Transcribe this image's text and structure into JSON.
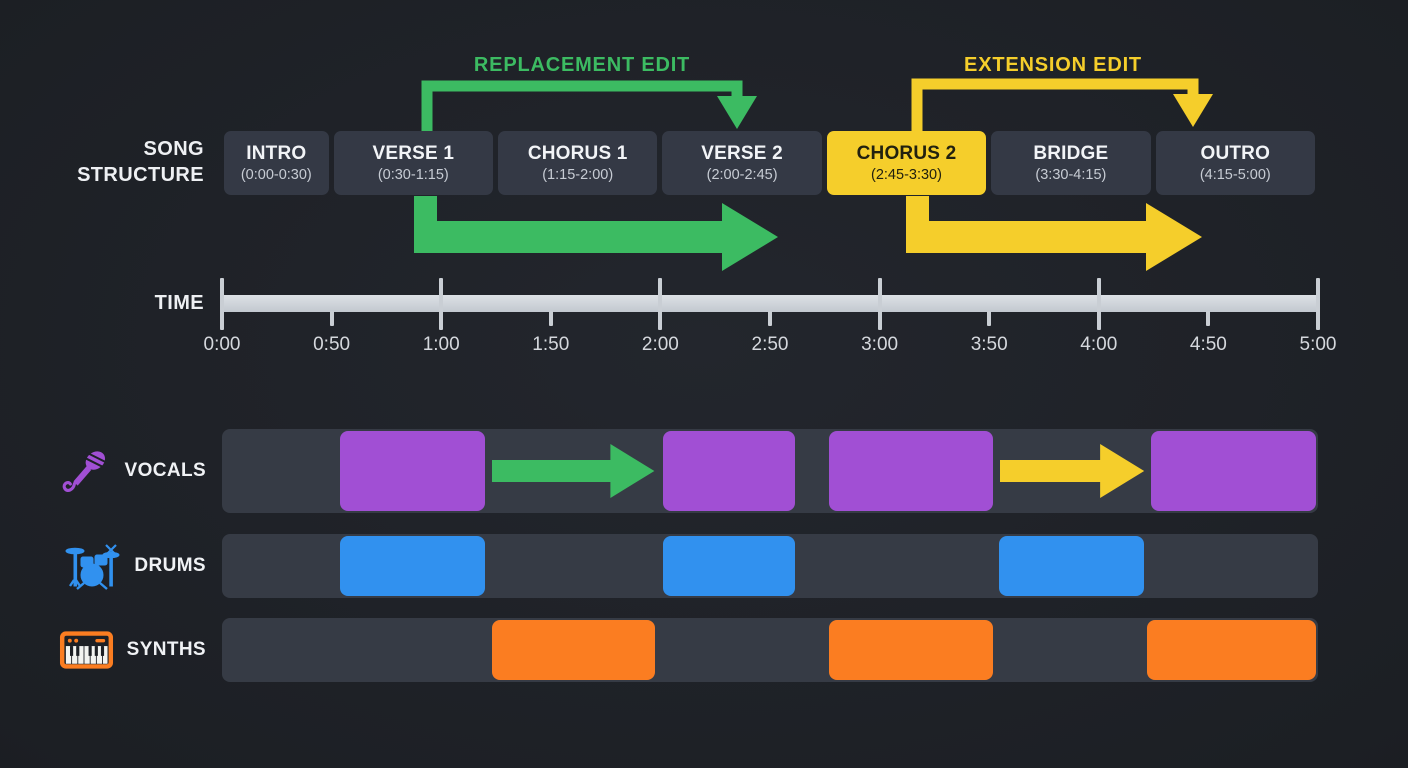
{
  "colors": {
    "green": "#3CBB62",
    "yellow": "#F5CE2B",
    "purple": "#A14FD4",
    "blue": "#3191EF",
    "orange": "#FB7D21",
    "lane_bg": "#363B45",
    "box_bg": "#343945",
    "box_text": "#F2F4F7",
    "box_subtext": "#C7CCD4",
    "timeline": "#C9CED4",
    "background": "#1D2026"
  },
  "header": {
    "structure_label_line1": "SONG",
    "structure_label_line2": "STRUCTURE",
    "time_label": "TIME"
  },
  "annotations": {
    "replacement_edit": "REPLACEMENT EDIT",
    "extension_edit": "EXTENSION EDIT"
  },
  "sections": [
    {
      "name": "INTRO",
      "time": "(0:00-0:30)",
      "start": 0,
      "end": 30,
      "highlighted": false
    },
    {
      "name": "VERSE 1",
      "time": "(0:30-1:15)",
      "start": 30,
      "end": 75,
      "highlighted": false
    },
    {
      "name": "CHORUS 1",
      "time": "(1:15-2:00)",
      "start": 75,
      "end": 120,
      "highlighted": false
    },
    {
      "name": "VERSE 2",
      "time": "(2:00-2:45)",
      "start": 120,
      "end": 165,
      "highlighted": false
    },
    {
      "name": "CHORUS 2",
      "time": "(2:45-3:30)",
      "start": 165,
      "end": 210,
      "highlighted": true
    },
    {
      "name": "BRIDGE",
      "time": "(3:30-4:15)",
      "start": 210,
      "end": 255,
      "highlighted": false
    },
    {
      "name": "OUTRO",
      "time": "(4:15-5:00)",
      "start": 255,
      "end": 300,
      "highlighted": false
    }
  ],
  "timeline": {
    "tick_labels": [
      "0:00",
      "0:50",
      "1:00",
      "1:50",
      "2:00",
      "2:50",
      "3:00",
      "3:50",
      "4:00",
      "4:50",
      "5:00"
    ]
  },
  "tracks": [
    {
      "name": "VOCALS",
      "icon": "microphone-icon",
      "color_key": "purple",
      "blocks": [
        {
          "start": 32,
          "end": 72.5
        },
        {
          "start": 120.5,
          "end": 157.5
        },
        {
          "start": 166,
          "end": 211.5
        },
        {
          "start": 254,
          "end": 300
        }
      ],
      "arrows": [
        {
          "start": 74,
          "end": 119,
          "color_key": "green"
        },
        {
          "start": 213,
          "end": 253,
          "color_key": "yellow"
        }
      ]
    },
    {
      "name": "DRUMS",
      "icon": "drums-icon",
      "color_key": "blue",
      "blocks": [
        {
          "start": 32,
          "end": 72.5
        },
        {
          "start": 120.5,
          "end": 157.5
        },
        {
          "start": 212.5,
          "end": 253
        }
      ],
      "arrows": []
    },
    {
      "name": "SYNTHS",
      "icon": "keyboard-icon",
      "color_key": "orange",
      "blocks": [
        {
          "start": 73.5,
          "end": 119
        },
        {
          "start": 166,
          "end": 211.5
        },
        {
          "start": 253,
          "end": 300
        }
      ],
      "arrows": []
    }
  ]
}
